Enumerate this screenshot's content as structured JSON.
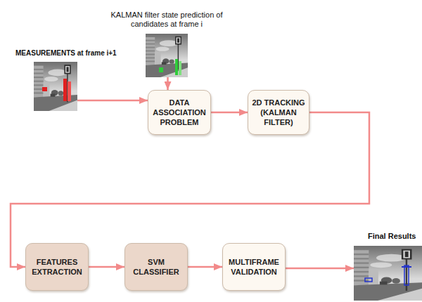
{
  "diagram": {
    "nodes": [
      {
        "text": [
          "KALMAN filter state prediction of candidates at frame i"
        ]
      },
      {
        "text": [
          "MEASUREMENTS at frame i+1"
        ]
      },
      {
        "text": [
          "DATA ASSOCIATION PROBLEM"
        ]
      },
      {
        "text": [
          "2D TRACKING (KALMAN FILTER)"
        ]
      },
      {
        "text": [
          "FEATURES EXTRACTION"
        ]
      },
      {
        "text": [
          "SVM CLASSIFIER"
        ]
      },
      {
        "text": [
          "MULTIFRAME VALIDATION"
        ]
      },
      {
        "text": [
          "Final Results"
        ]
      }
    ],
    "edges": [
      {
        "from": 0,
        "to": 2,
        "arrow": "to"
      },
      {
        "from": 1,
        "to": 2,
        "arrow": "to"
      },
      {
        "from": 2,
        "to": 3,
        "arrow": "to"
      },
      {
        "from": 3,
        "to": 4,
        "arrow": "to"
      },
      {
        "from": 4,
        "to": 5,
        "arrow": "to"
      },
      {
        "from": 5,
        "to": 6,
        "arrow": "to"
      },
      {
        "from": 6,
        "to": 7,
        "arrow": "to"
      }
    ]
  }
}
